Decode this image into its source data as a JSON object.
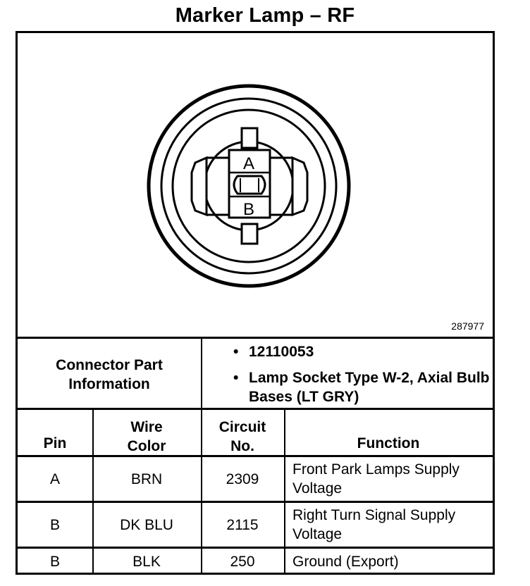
{
  "title": "Marker Lamp – RF",
  "diagram": {
    "pins": [
      "A",
      "B"
    ],
    "figure_number": "287977"
  },
  "connector": {
    "label": "Connector Part Information",
    "items": [
      "12110053",
      "Lamp Socket Type W-2, Axial Bulb Bases (LT GRY)"
    ]
  },
  "table": {
    "headers": [
      "Pin",
      "Wire Color",
      "Circuit No.",
      "Function"
    ],
    "rows": [
      {
        "pin": "A",
        "color": "BRN",
        "circuit": "2309",
        "function": "Front Park Lamps Supply Voltage"
      },
      {
        "pin": "B",
        "color": "DK BLU",
        "circuit": "2115",
        "function": "Right Turn Signal Supply Voltage"
      },
      {
        "pin": "B",
        "color": "BLK",
        "circuit": "250",
        "function": "Ground (Export)"
      }
    ]
  }
}
